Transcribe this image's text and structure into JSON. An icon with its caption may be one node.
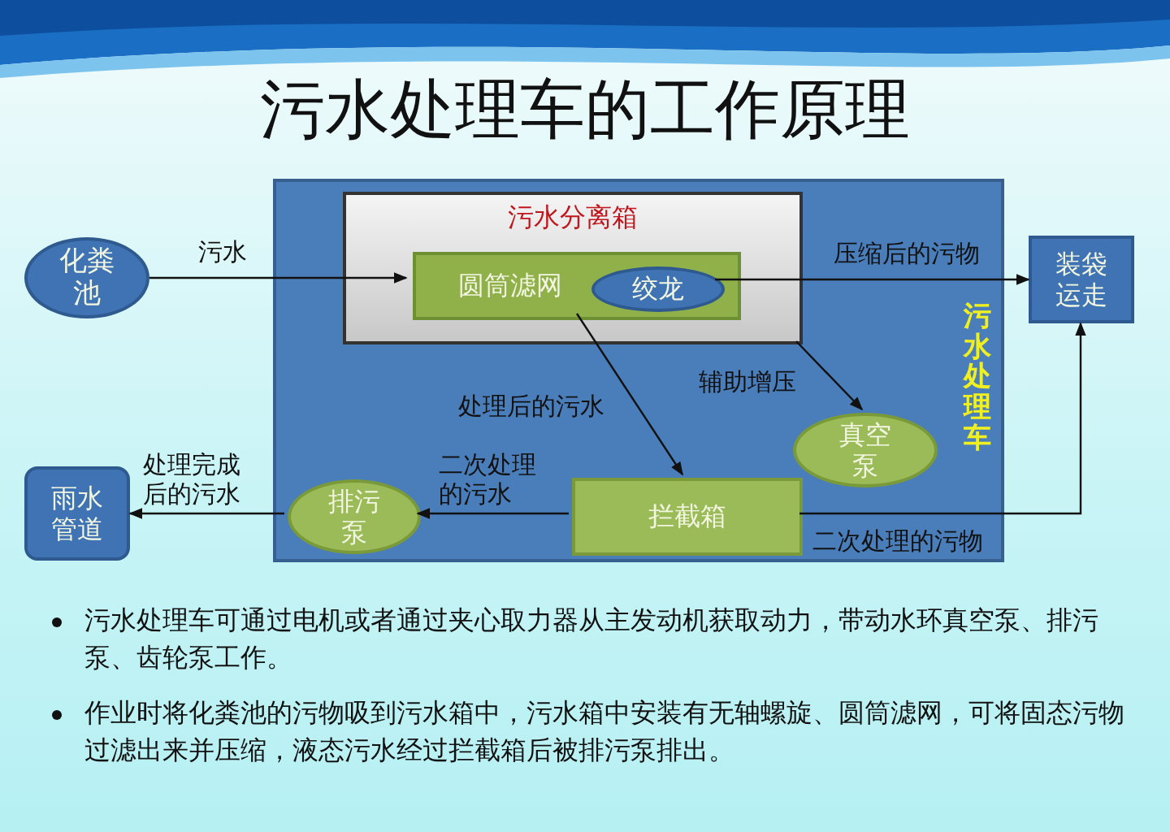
{
  "diagram": {
    "title": "污水处理车的工作原理",
    "nodes": [
      {
        "text": [
          "化粪池"
        ]
      },
      {
        "text": [
          "污水处理车"
        ]
      },
      {
        "text": [
          "污水分离箱"
        ],
        "in": 1
      },
      {
        "text": [
          "圆筒滤网"
        ],
        "in": 2
      },
      {
        "text": [
          "绞龙"
        ],
        "in": 3
      },
      {
        "text": [
          "装袋运走"
        ]
      },
      {
        "text": [
          "真空泵"
        ],
        "in": 1
      },
      {
        "text": [
          "拦截箱"
        ],
        "in": 1
      },
      {
        "text": [
          "排污泵"
        ],
        "in": 1
      },
      {
        "text": [
          "雨水管道"
        ]
      }
    ],
    "edges": [
      {
        "from": 0,
        "to": 3,
        "arrow": "to",
        "label": "污水"
      },
      {
        "from": 4,
        "to": 5,
        "arrow": "to",
        "label": "压缩后的污物"
      },
      {
        "from": 3,
        "to": 7,
        "arrow": "to",
        "label": "处理后的污水"
      },
      {
        "from": 2,
        "to": 6,
        "arrow": "to",
        "label": "辅助增压"
      },
      {
        "from": 7,
        "to": 5,
        "arrow": "to",
        "label": "二次处理的污物"
      },
      {
        "from": 7,
        "to": 8,
        "arrow": "to",
        "label": "二次处理的污水"
      },
      {
        "from": 8,
        "to": 9,
        "arrow": "to",
        "label": "处理完成后的污水"
      }
    ],
    "labels": [
      "污水处理车可通过电机或者通过夹心取力器从主发动机获取动力，带动水环真空泵、排污泵、齿轮泵工作。",
      "作业时将化粪池的污物吸到污水箱中，污水箱中安装有无轴螺旋、圆筒滤网，可将固态污物过滤出来并压缩，液态污水经过拦截箱后被排污泵排出。"
    ]
  }
}
